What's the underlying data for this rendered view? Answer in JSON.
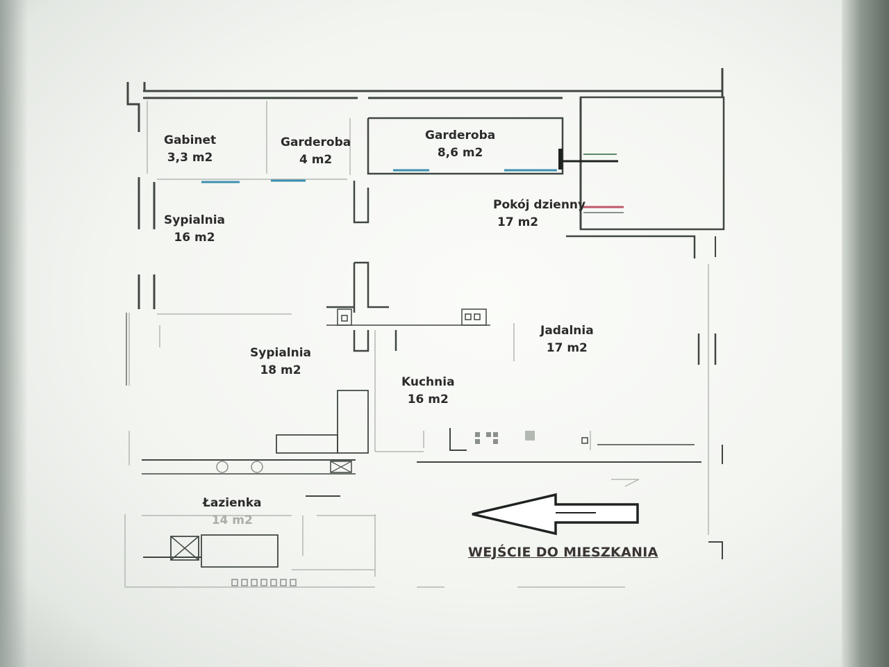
{
  "rooms": {
    "gabinet": {
      "name": "Gabinet",
      "area": "3,3 m2"
    },
    "garderoba_small": {
      "name": "Garderoba",
      "area": "4 m2"
    },
    "garderoba_large": {
      "name": "Garderoba",
      "area": "8,6 m2"
    },
    "pokoj_dzienny": {
      "name": "Pokój dzienny",
      "area": "17 m2"
    },
    "sypialnia_16": {
      "name": "Sypialnia",
      "area": "16 m2"
    },
    "jadalnia": {
      "name": "Jadalnia",
      "area": "17 m2"
    },
    "sypialnia_18": {
      "name": "Sypialnia",
      "area": "18 m2"
    },
    "kuchnia": {
      "name": "Kuchnia",
      "area": "16 m2"
    },
    "lazienka": {
      "name": "Łazienka",
      "area": "14 m2"
    }
  },
  "entrance": {
    "label": "WEJŚCIE DO MIESZKANIA",
    "arrow_direction": "left"
  },
  "colors": {
    "wall": "#3f4641",
    "faint_line": "#b3b8b3",
    "window_blue": "#3c8fb0",
    "marker_red": "#c0586a"
  }
}
